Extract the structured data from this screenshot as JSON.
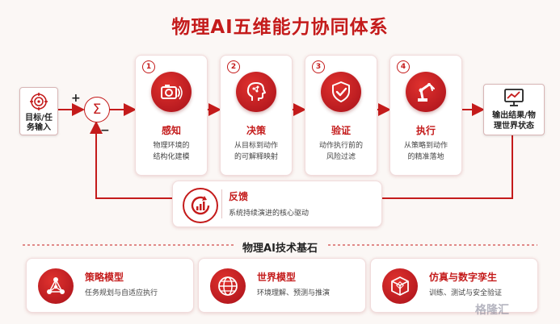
{
  "title": "物理AI五维能力协同体系",
  "input": {
    "label_line1": "目标/任",
    "label_line2": "务输入"
  },
  "output": {
    "label_line1": "输出结果/物",
    "label_line2": "理世界状态"
  },
  "summing_junction": {
    "symbol": "Σ",
    "plus": "+",
    "minus": "−"
  },
  "steps": [
    {
      "num": "1",
      "title": "感知",
      "desc_line1": "物理环境的",
      "desc_line2": "结构化建模",
      "icon": "camera-sensor-icon"
    },
    {
      "num": "2",
      "title": "决策",
      "desc_line1": "从目标到动作",
      "desc_line2": "的可解释映射",
      "icon": "brain-head-icon"
    },
    {
      "num": "3",
      "title": "验证",
      "desc_line1": "动作执行前的",
      "desc_line2": "风险过滤",
      "icon": "shield-check-icon"
    },
    {
      "num": "4",
      "title": "执行",
      "desc_line1": "从策略到动作",
      "desc_line2": "的精准落地",
      "icon": "robot-arm-icon"
    }
  ],
  "feedback": {
    "title": "反馈",
    "desc": "系统持续演进的核心驱动",
    "icon": "cycle-chart-icon"
  },
  "section_title": "物理AI技术基石",
  "foundations": [
    {
      "title": "策略模型",
      "desc": "任务规划与自适应执行",
      "icon": "network-nodes-icon"
    },
    {
      "title": "世界模型",
      "desc": "环境理解、预测与推演",
      "icon": "globe-icon"
    },
    {
      "title": "仿真与数字孪生",
      "desc": "训练、测试与安全验证",
      "icon": "cube-icon"
    }
  ],
  "watermark": "格隆汇",
  "colors": {
    "accent": "#c41b1b",
    "background": "#fbf7f5"
  }
}
